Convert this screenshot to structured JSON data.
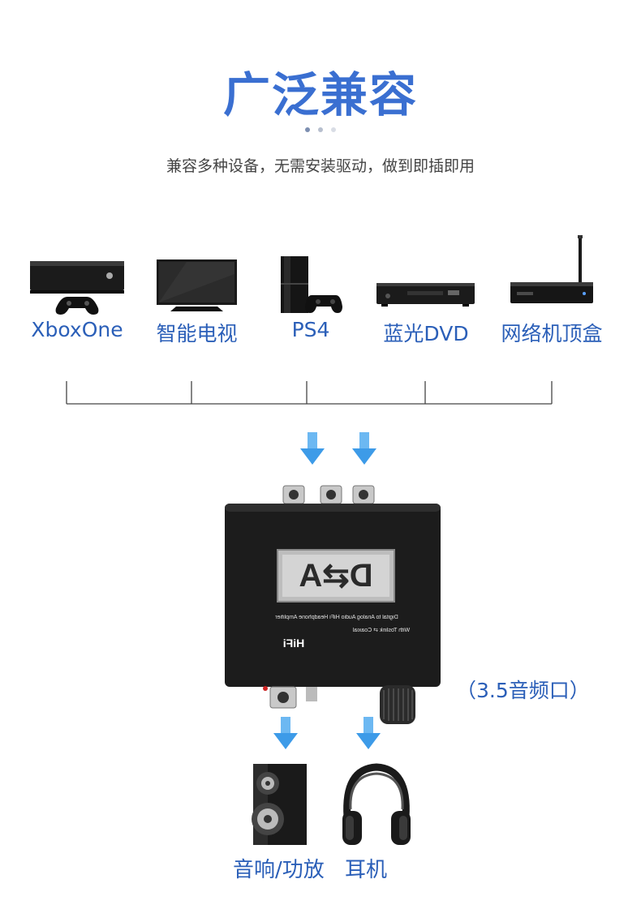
{
  "header": {
    "title": "广泛兼容",
    "subtitle": "兼容多种设备，无需安装驱动，做到即插即用"
  },
  "devices": [
    {
      "label": "XboxOne",
      "icon": "xbox-console-icon"
    },
    {
      "label": "智能电视",
      "icon": "smart-tv-icon"
    },
    {
      "label": "PS4",
      "icon": "ps4-console-icon"
    },
    {
      "label": "蓝光DVD",
      "icon": "bluray-player-icon"
    },
    {
      "label": "网络机顶盒",
      "icon": "set-top-box-icon"
    }
  ],
  "converter": {
    "logo": "D⇄A",
    "caption_line1": "Digital to Analog Audio HiFi Headphone Amplifier",
    "caption_line2": "With Toslink ⇄ Coaxial",
    "brand": "HiFi"
  },
  "jack_note": "（3.5音频口）",
  "outputs": [
    {
      "label": "音响/功放",
      "icon": "speaker-icon"
    },
    {
      "label": "耳机",
      "icon": "headphones-icon"
    }
  ],
  "colors": {
    "accent": "#3a6fd1",
    "label_blue": "#2b5fb8",
    "arrow_blue": "#4aa3ee"
  }
}
